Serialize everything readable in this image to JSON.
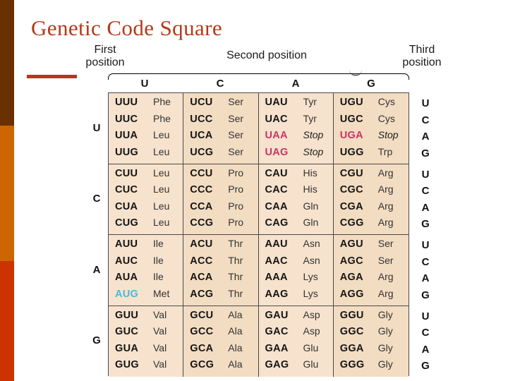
{
  "slide": {
    "title": "Genetic Code Square"
  },
  "sidebar": {
    "bands": [
      {
        "name": "band-top",
        "color": "#693000"
      },
      {
        "name": "band-mid",
        "color": "#cc6600"
      },
      {
        "name": "band-bottom",
        "color": "#cc3300"
      }
    ]
  },
  "headers": {
    "first_position": "First\nposition",
    "first_position_line1": "First",
    "first_position_line2": "position",
    "second_position_line1": "Second",
    "second_position_line2": "position",
    "third_position_line1": "Third",
    "third_position_line2": "position"
  },
  "second_position_letters": [
    "U",
    "C",
    "A",
    "G"
  ],
  "first_position_letters": [
    "U",
    "C",
    "A",
    "G"
  ],
  "third_position_letters": [
    "U",
    "C",
    "A",
    "G"
  ],
  "colors": {
    "title": "#b33a18",
    "table_background": "#f6e2cd",
    "table_background_alt": "#f2dcc2",
    "stop_codon": "#cc3366",
    "start_codon": "#44bbdd",
    "border": "#4a4a4a"
  },
  "table": {
    "blocks": [
      {
        "first": "U",
        "columns": [
          {
            "second": "U",
            "cells": [
              {
                "codon": "UUU",
                "aa": "Phe",
                "style": "normal"
              },
              {
                "codon": "UUC",
                "aa": "Phe",
                "style": "normal"
              },
              {
                "codon": "UUA",
                "aa": "Leu",
                "style": "normal"
              },
              {
                "codon": "UUG",
                "aa": "Leu",
                "style": "normal"
              }
            ]
          },
          {
            "second": "C",
            "cells": [
              {
                "codon": "UCU",
                "aa": "Ser",
                "style": "normal"
              },
              {
                "codon": "UCC",
                "aa": "Ser",
                "style": "normal"
              },
              {
                "codon": "UCA",
                "aa": "Ser",
                "style": "normal"
              },
              {
                "codon": "UCG",
                "aa": "Ser",
                "style": "normal"
              }
            ]
          },
          {
            "second": "A",
            "cells": [
              {
                "codon": "UAU",
                "aa": "Tyr",
                "style": "normal"
              },
              {
                "codon": "UAC",
                "aa": "Tyr",
                "style": "normal"
              },
              {
                "codon": "UAA",
                "aa": "Stop",
                "style": "stop"
              },
              {
                "codon": "UAG",
                "aa": "Stop",
                "style": "stop"
              }
            ]
          },
          {
            "second": "G",
            "cells": [
              {
                "codon": "UGU",
                "aa": "Cys",
                "style": "normal"
              },
              {
                "codon": "UGC",
                "aa": "Cys",
                "style": "normal"
              },
              {
                "codon": "UGA",
                "aa": "Stop",
                "style": "stop"
              },
              {
                "codon": "UGG",
                "aa": "Trp",
                "style": "normal"
              }
            ]
          }
        ],
        "third": [
          "U",
          "C",
          "A",
          "G"
        ]
      },
      {
        "first": "C",
        "columns": [
          {
            "second": "U",
            "cells": [
              {
                "codon": "CUU",
                "aa": "Leu",
                "style": "normal"
              },
              {
                "codon": "CUC",
                "aa": "Leu",
                "style": "normal"
              },
              {
                "codon": "CUA",
                "aa": "Leu",
                "style": "normal"
              },
              {
                "codon": "CUG",
                "aa": "Leu",
                "style": "normal"
              }
            ]
          },
          {
            "second": "C",
            "cells": [
              {
                "codon": "CCU",
                "aa": "Pro",
                "style": "normal"
              },
              {
                "codon": "CCC",
                "aa": "Pro",
                "style": "normal"
              },
              {
                "codon": "CCA",
                "aa": "Pro",
                "style": "normal"
              },
              {
                "codon": "CCG",
                "aa": "Pro",
                "style": "normal"
              }
            ]
          },
          {
            "second": "A",
            "cells": [
              {
                "codon": "CAU",
                "aa": "His",
                "style": "normal"
              },
              {
                "codon": "CAC",
                "aa": "His",
                "style": "normal"
              },
              {
                "codon": "CAA",
                "aa": "Gln",
                "style": "normal"
              },
              {
                "codon": "CAG",
                "aa": "Gln",
                "style": "normal"
              }
            ]
          },
          {
            "second": "G",
            "cells": [
              {
                "codon": "CGU",
                "aa": "Arg",
                "style": "normal"
              },
              {
                "codon": "CGC",
                "aa": "Arg",
                "style": "normal"
              },
              {
                "codon": "CGA",
                "aa": "Arg",
                "style": "normal"
              },
              {
                "codon": "CGG",
                "aa": "Arg",
                "style": "normal"
              }
            ]
          }
        ],
        "third": [
          "U",
          "C",
          "A",
          "G"
        ]
      },
      {
        "first": "A",
        "columns": [
          {
            "second": "U",
            "cells": [
              {
                "codon": "AUU",
                "aa": "Ile",
                "style": "normal"
              },
              {
                "codon": "AUC",
                "aa": "Ile",
                "style": "normal"
              },
              {
                "codon": "AUA",
                "aa": "Ile",
                "style": "normal"
              },
              {
                "codon": "AUG",
                "aa": "Met",
                "style": "start"
              }
            ]
          },
          {
            "second": "C",
            "cells": [
              {
                "codon": "ACU",
                "aa": "Thr",
                "style": "normal"
              },
              {
                "codon": "ACC",
                "aa": "Thr",
                "style": "normal"
              },
              {
                "codon": "ACA",
                "aa": "Thr",
                "style": "normal"
              },
              {
                "codon": "ACG",
                "aa": "Thr",
                "style": "normal"
              }
            ]
          },
          {
            "second": "A",
            "cells": [
              {
                "codon": "AAU",
                "aa": "Asn",
                "style": "normal"
              },
              {
                "codon": "AAC",
                "aa": "Asn",
                "style": "normal"
              },
              {
                "codon": "AAA",
                "aa": "Lys",
                "style": "normal"
              },
              {
                "codon": "AAG",
                "aa": "Lys",
                "style": "normal"
              }
            ]
          },
          {
            "second": "G",
            "cells": [
              {
                "codon": "AGU",
                "aa": "Ser",
                "style": "normal"
              },
              {
                "codon": "AGC",
                "aa": "Ser",
                "style": "normal"
              },
              {
                "codon": "AGA",
                "aa": "Arg",
                "style": "normal"
              },
              {
                "codon": "AGG",
                "aa": "Arg",
                "style": "normal"
              }
            ]
          }
        ],
        "third": [
          "U",
          "C",
          "A",
          "G"
        ]
      },
      {
        "first": "G",
        "columns": [
          {
            "second": "U",
            "cells": [
              {
                "codon": "GUU",
                "aa": "Val",
                "style": "normal"
              },
              {
                "codon": "GUC",
                "aa": "Val",
                "style": "normal"
              },
              {
                "codon": "GUA",
                "aa": "Val",
                "style": "normal"
              },
              {
                "codon": "GUG",
                "aa": "Val",
                "style": "normal"
              }
            ]
          },
          {
            "second": "C",
            "cells": [
              {
                "codon": "GCU",
                "aa": "Ala",
                "style": "normal"
              },
              {
                "codon": "GCC",
                "aa": "Ala",
                "style": "normal"
              },
              {
                "codon": "GCA",
                "aa": "Ala",
                "style": "normal"
              },
              {
                "codon": "GCG",
                "aa": "Ala",
                "style": "normal"
              }
            ]
          },
          {
            "second": "A",
            "cells": [
              {
                "codon": "GAU",
                "aa": "Asp",
                "style": "normal"
              },
              {
                "codon": "GAC",
                "aa": "Asp",
                "style": "normal"
              },
              {
                "codon": "GAA",
                "aa": "Glu",
                "style": "normal"
              },
              {
                "codon": "GAG",
                "aa": "Glu",
                "style": "normal"
              }
            ]
          },
          {
            "second": "G",
            "cells": [
              {
                "codon": "GGU",
                "aa": "Gly",
                "style": "normal"
              },
              {
                "codon": "GGC",
                "aa": "Gly",
                "style": "normal"
              },
              {
                "codon": "GGA",
                "aa": "Gly",
                "style": "normal"
              },
              {
                "codon": "GGG",
                "aa": "Gly",
                "style": "normal"
              }
            ]
          }
        ],
        "third": [
          "U",
          "C",
          "A",
          "G"
        ]
      }
    ]
  }
}
